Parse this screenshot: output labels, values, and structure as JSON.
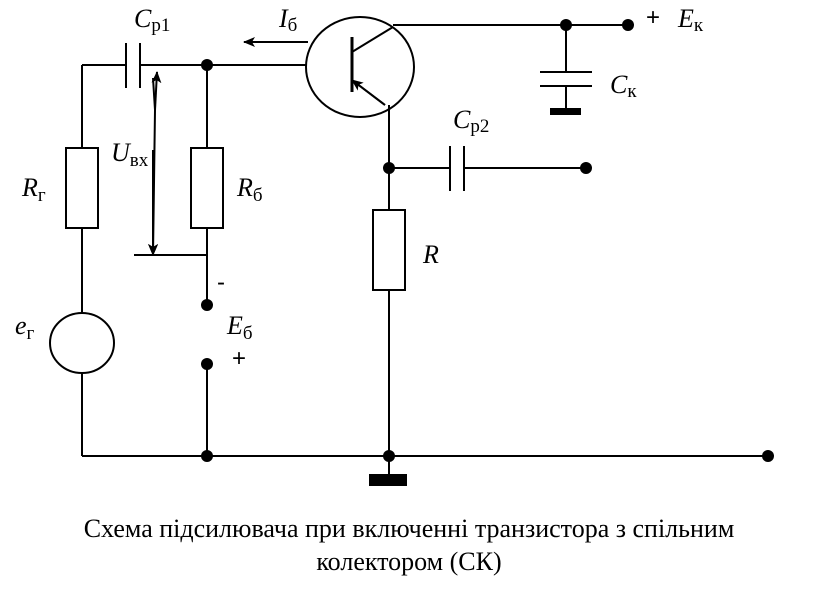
{
  "labels": {
    "cp1": {
      "main": "C",
      "sub": "р1"
    },
    "ib": {
      "main": "I",
      "sub": "б"
    },
    "plus_ek": "+",
    "ek": {
      "main": "E",
      "sub": "к"
    },
    "ck": {
      "main": "C",
      "sub": "к"
    },
    "uvx": {
      "main": "U",
      "sub": "вх"
    },
    "rg": {
      "main": "R",
      "sub": "г"
    },
    "rb": {
      "main": "R",
      "sub": "б"
    },
    "cp2": {
      "main": "C",
      "sub": "р2"
    },
    "r": "R",
    "eg": {
      "main": "e",
      "sub": "г"
    },
    "minus_eb": "-",
    "eb": {
      "main": "E",
      "sub": "б"
    },
    "plus_eb": "+"
  },
  "caption": {
    "line1": "Схема підсилювача при включенні транзистора з спільним",
    "line2": "колектором (СК)"
  }
}
